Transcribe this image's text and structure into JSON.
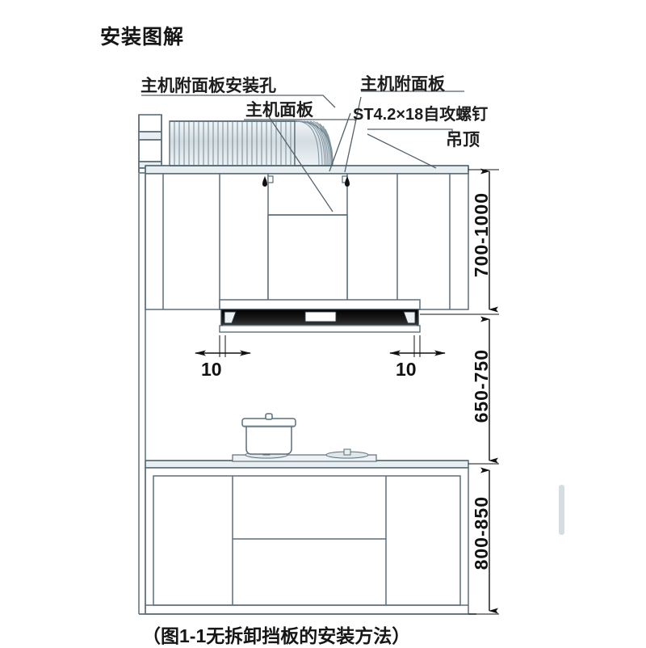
{
  "page": {
    "title": "安装图解",
    "caption": "（图1-1无拆卸挡板的安装方法）"
  },
  "callouts": [
    {
      "id": "panel-mount-hole",
      "label": "主机附面板安装孔"
    },
    {
      "id": "main-panel",
      "label": "主机面板"
    },
    {
      "id": "attached-panel",
      "label": "主机附面板"
    },
    {
      "id": "screw",
      "label": "ST4.2×18自攻螺钉"
    },
    {
      "id": "ceiling",
      "label": "吊顶"
    }
  ],
  "dimensions": {
    "vertical": [
      {
        "id": "hood-to-ceiling",
        "label": "700-1000"
      },
      {
        "id": "hood-to-counter",
        "label": "650-750"
      },
      {
        "id": "counter-to-floor",
        "label": "800-850"
      }
    ],
    "horizontal": [
      {
        "id": "gap-left",
        "label": "10"
      },
      {
        "id": "gap-right",
        "label": "10"
      }
    ]
  },
  "colors": {
    "line": "#5b6f7a",
    "line_dark": "#2e3d45",
    "fill_light": "#e9eef1",
    "dark_slot": "#141414",
    "text": "#161616"
  }
}
